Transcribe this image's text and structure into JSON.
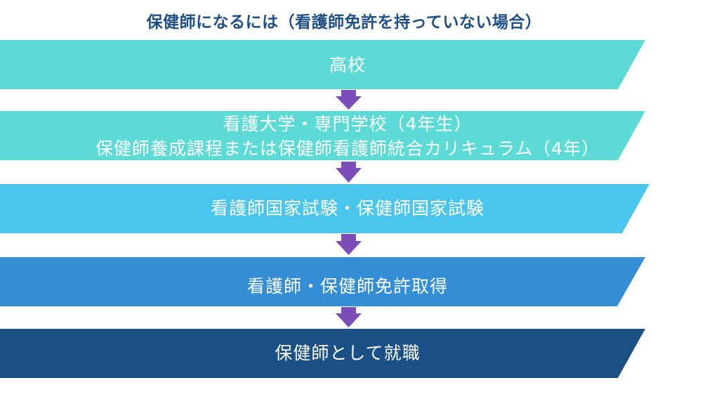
{
  "title": "保健師になるには（看護師免許を持っていない場合）",
  "colors": {
    "title": "#1e4f86",
    "arrow": "#7b4db8",
    "step_1": "#5bdad6",
    "step_2": "#5bdad6",
    "step_3": "#4ac6ee",
    "step_4": "#338ed6",
    "step_5": "#1a5086",
    "text": "#ffffff"
  },
  "steps": [
    {
      "lines": [
        "高校"
      ]
    },
    {
      "lines": [
        "看護大学・専門学校（4年生）",
        "保健師養成課程または保健師看護師統合カリキュラム（4年）"
      ]
    },
    {
      "lines": [
        "看護師国家試験・保健師国家試験"
      ]
    },
    {
      "lines": [
        "看護師・保健師免許取得"
      ]
    },
    {
      "lines": [
        "保健師として就職"
      ]
    }
  ],
  "arrows": [
    {
      "icon": "down-arrow-icon"
    },
    {
      "icon": "down-arrow-icon"
    },
    {
      "icon": "down-arrow-icon"
    },
    {
      "icon": "down-arrow-icon"
    }
  ]
}
